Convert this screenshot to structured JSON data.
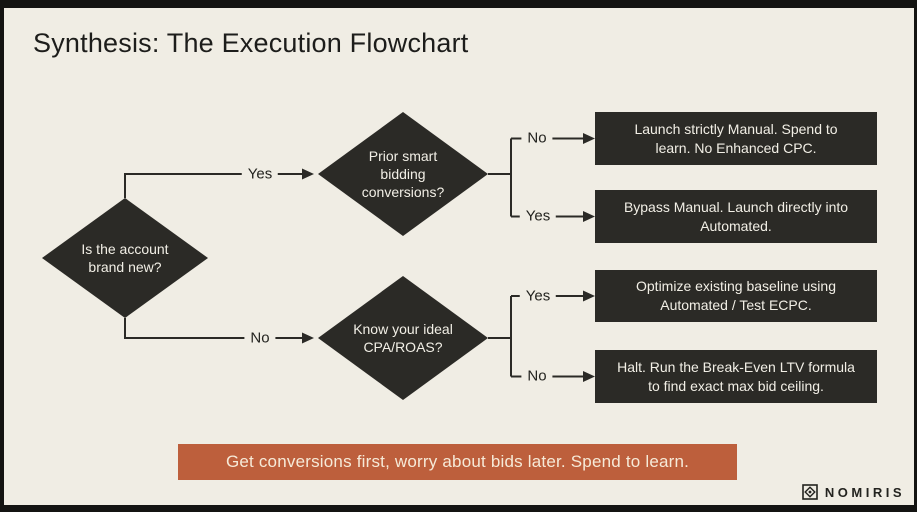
{
  "colors": {
    "frame": "#141412",
    "background": "#f0ede4",
    "ink": "#2b2a26",
    "node_text": "#f2efe6",
    "banner_bg": "#bd5f3c",
    "banner_text": "#f6ead8"
  },
  "title": "Synthesis: The Execution Flowchart",
  "flowchart": {
    "decisions": [
      {
        "question": "Is the account\nbrand new?"
      },
      {
        "question": "Prior smart\nbidding\nconversions?"
      },
      {
        "question": "Know your ideal\nCPA/ROAS?"
      }
    ],
    "labels": {
      "d1_yes": "Yes",
      "d1_no": "No",
      "d2_no": "No",
      "d2_yes": "Yes",
      "d3_yes": "Yes",
      "d3_no": "No"
    },
    "outcomes": [
      {
        "text": "Launch strictly Manual. Spend to\nlearn. No Enhanced CPC."
      },
      {
        "text": "Bypass Manual. Launch directly into\nAutomated."
      },
      {
        "text": "Optimize existing baseline using\nAutomated / Test ECPC."
      },
      {
        "text": "Halt. Run the Break-Even LTV formula\nto find exact max bid ceiling."
      }
    ]
  },
  "banner": {
    "text": "Get conversions first, worry about bids later. Spend to learn."
  },
  "logo": {
    "name": "NOMIRIS"
  }
}
